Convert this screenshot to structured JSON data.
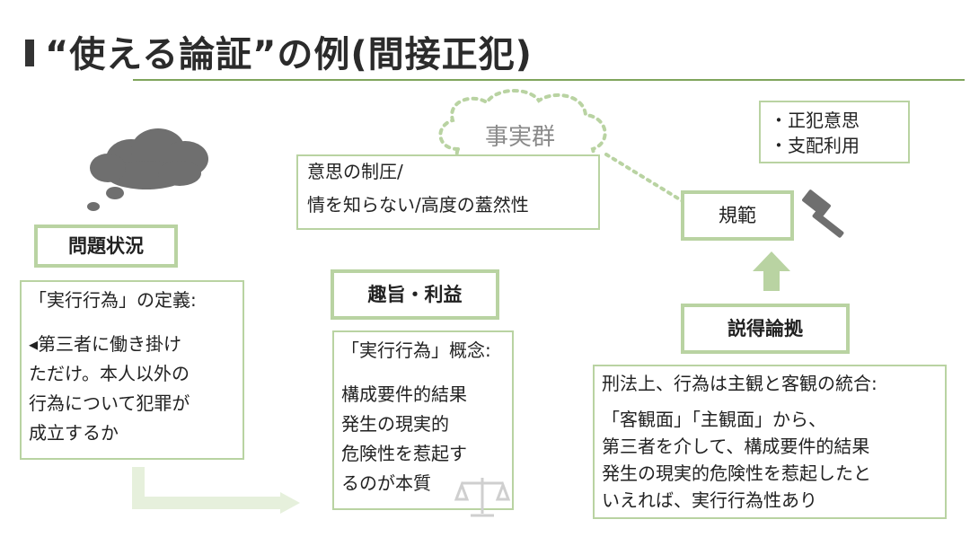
{
  "slide": {
    "title": "“使える論証”の例(間接正犯)"
  },
  "fact_group": {
    "label": "事実群",
    "box_lines": [
      "意思の制圧/",
      "情を知らない/高度の蓋然性"
    ]
  },
  "problem": {
    "label": "問題状況",
    "lines": [
      "「実行行為」の定義:",
      "◂第三者に働き掛け",
      "ただけ。本人以外の",
      "行為について犯罪が",
      "成立するか"
    ]
  },
  "purpose": {
    "label": "趣旨・利益",
    "lines": [
      "「実行行為」概念:",
      "構成要件的結果",
      "発生の現実的",
      "危険性を惹起す",
      "るのが本質"
    ]
  },
  "norm": {
    "label": "規範",
    "conditions": [
      "・正犯意思",
      "・支配利用"
    ]
  },
  "persuasion": {
    "label": "説得論拠",
    "lines": [
      "刑法上、行為は主観と客観の統合:",
      "「客観面」「主観面」から、",
      "第三者を介して、構成要件的結果",
      "発生の現実的危険性を惹起したと",
      "いえれば、実行行為性あり"
    ]
  },
  "icons": {
    "thought": "thought-cloud-icon",
    "hammer": "hammer-icon",
    "scales": "scales-icon"
  },
  "colors": {
    "accent_green": "#b9d3a2",
    "dark_green": "#7fa55c",
    "cloud_gray": "#6f6f6f"
  }
}
